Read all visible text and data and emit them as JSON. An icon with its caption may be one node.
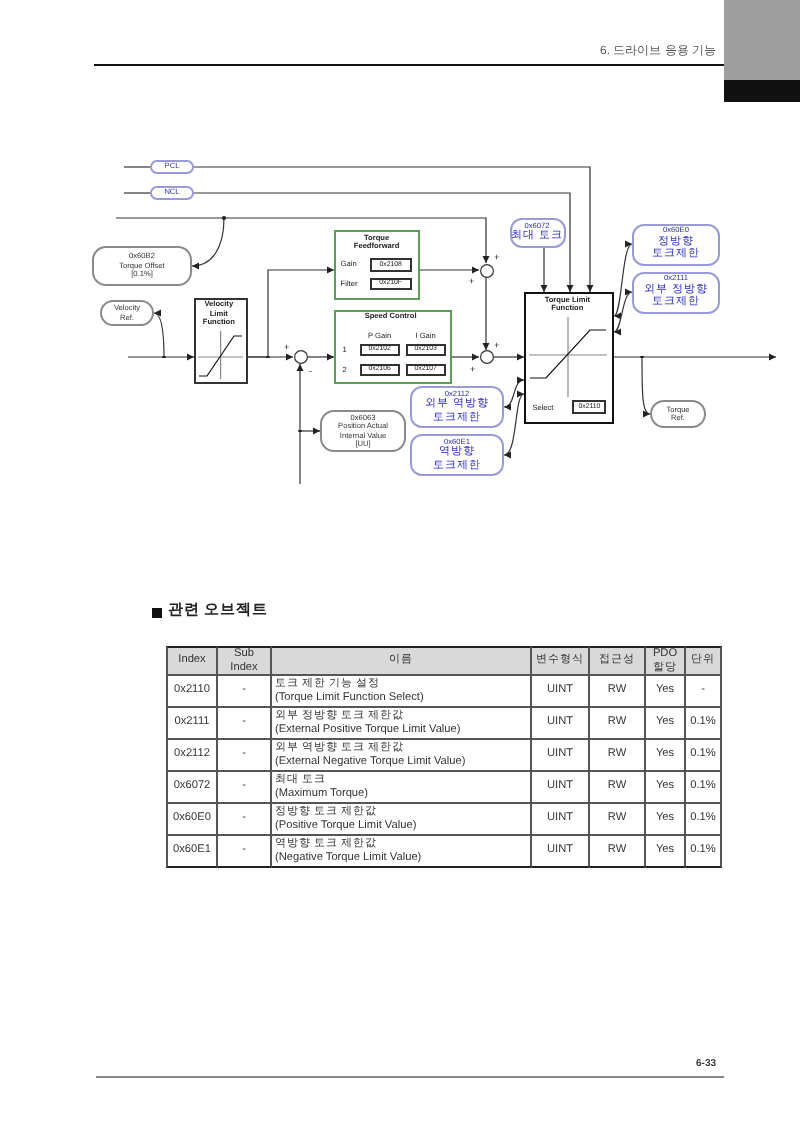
{
  "diagram": {
    "nodes": [
      {
        "text": [
          "PCL"
        ]
      },
      {
        "text": [
          "NCL"
        ]
      },
      {
        "text": [
          "0x60B2",
          "Torque Offset",
          "[0.1%]"
        ]
      },
      {
        "text": [
          "Torque Feedforward",
          "Gain",
          "Filter"
        ]
      },
      {
        "text": [
          "0x2108"
        ],
        "in": 3
      },
      {
        "text": [
          "0x210F"
        ],
        "in": 3
      },
      {
        "text": [],
        "shape": "circle"
      },
      {
        "text": [
          "0x6072",
          "최대 토크"
        ]
      },
      {
        "text": [
          "0x60E0",
          "정방향 토크제한"
        ]
      },
      {
        "text": [
          "0x2111",
          "외부 정방향 토크제한"
        ]
      },
      {
        "text": [
          "Torque Limit Function",
          "Select"
        ]
      },
      {
        "text": [
          "0x2110"
        ],
        "in": 10
      },
      {
        "text": [
          "Velocity Ref."
        ]
      },
      {
        "text": [
          "Velocity Limit Function"
        ]
      },
      {
        "text": [],
        "shape": "circle"
      },
      {
        "text": [
          "Speed Control",
          "P Gain",
          "I Gain",
          "1",
          "2"
        ]
      },
      {
        "text": [
          "0x2102"
        ],
        "in": 15
      },
      {
        "text": [
          "0x2103"
        ],
        "in": 15
      },
      {
        "text": [
          "0x2106"
        ],
        "in": 15
      },
      {
        "text": [
          "0x2107"
        ],
        "in": 15
      },
      {
        "text": [],
        "shape": "circle"
      },
      {
        "text": [
          "Torque Ref."
        ]
      },
      {
        "text": [
          "0x2112",
          "외부 역방향 토크제한"
        ]
      },
      {
        "text": [
          "0x6063",
          "Position Actual Internal Value",
          "[UU]"
        ]
      },
      {
        "text": [
          "0x60E1",
          "역방향 토크제한"
        ]
      }
    ],
    "edges": [
      {
        "from": null,
        "to": 0,
        "arrow": "none"
      },
      {
        "from": null,
        "to": 1,
        "arrow": "none"
      },
      {
        "from": 0,
        "to": 10,
        "arrow": "to"
      },
      {
        "from": 1,
        "to": 10,
        "arrow": "to"
      },
      {
        "from": null,
        "to": 6,
        "arrow": "to"
      },
      {
        "from": null,
        "to": 2,
        "arrow": "to"
      },
      {
        "from": 3,
        "to": 6,
        "arrow": "to"
      },
      {
        "from": 6,
        "to": 20,
        "arrow": "to"
      },
      {
        "from": 7,
        "to": 10,
        "arrow": "to"
      },
      {
        "from": 8,
        "to": 10,
        "arrow": "both"
      },
      {
        "from": 9,
        "to": 10,
        "arrow": "both"
      },
      {
        "from": null,
        "to": 13,
        "arrow": "to"
      },
      {
        "from": null,
        "to": 12,
        "arrow": "to"
      },
      {
        "from": 13,
        "to": 14,
        "arrow": "to"
      },
      {
        "from": 13,
        "to": 3,
        "arrow": "to"
      },
      {
        "from": 14,
        "to": 15,
        "arrow": "to"
      },
      {
        "from": 15,
        "to": 20,
        "arrow": "to"
      },
      {
        "from": 20,
        "to": 10,
        "arrow": "to"
      },
      {
        "from": 10,
        "to": null,
        "arrow": "to"
      },
      {
        "from": null,
        "to": 21,
        "arrow": "to"
      },
      {
        "from": 22,
        "to": 10,
        "arrow": "both"
      },
      {
        "from": 24,
        "to": 10,
        "arrow": "both"
      },
      {
        "from": null,
        "to": 14,
        "arrow": "to"
      },
      {
        "from": null,
        "to": 23,
        "arrow": "to"
      }
    ],
    "labels": [
      "6. 드라이브 응용 기능",
      "+",
      "+",
      "+",
      "-",
      "+",
      "+",
      "관련 오브젝트",
      "Index",
      "Sub Index",
      "이름",
      "변수형식",
      "접근성",
      "PDO 할당",
      "단위",
      "0x2110",
      "-",
      "토크 제한 기능 설정",
      "(Torque Limit Function Select)",
      "UINT",
      "RW",
      "Yes",
      "-",
      "0x2111",
      "-",
      "외부 정방향 토크 제한값",
      "(External Positive Torque Limit Value)",
      "UINT",
      "RW",
      "Yes",
      "0.1%",
      "0x2112",
      "-",
      "외부 역방향 토크 제한값",
      "(External Negative Torque Limit Value)",
      "UINT",
      "RW",
      "Yes",
      "0.1%",
      "0x6072",
      "-",
      "최대 토크",
      "(Maximum Torque)",
      "UINT",
      "RW",
      "Yes",
      "0.1%",
      "0x60E0",
      "-",
      "정방향 토크 제한값",
      "(Positive Torque Limit Value)",
      "UINT",
      "RW",
      "Yes",
      "0.1%",
      "0x60E1",
      "-",
      "역방향 토크 제한값",
      "(Negative Torque Limit Value)",
      "UINT",
      "RW",
      "Yes",
      "0.1%",
      "6-33"
    ]
  }
}
